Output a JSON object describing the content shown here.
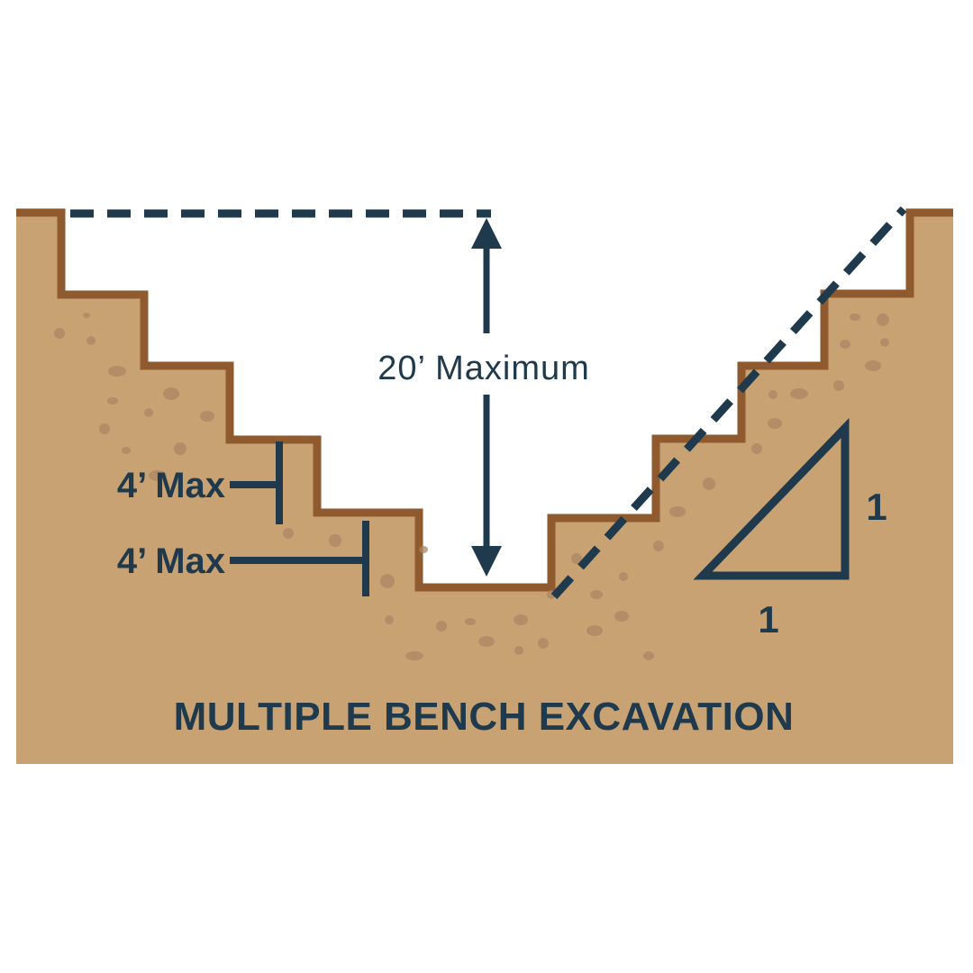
{
  "colors": {
    "soil": "#c9a274",
    "soil_edge": "#8e5a2e",
    "pebble": "#a98663",
    "ink": "#1f3a4d",
    "background": "#ffffff"
  },
  "labels": {
    "height_limit": "20’ Maximum",
    "bench_upper": "4’ Max",
    "bench_lower": "4’ Max",
    "slope_rise": "1",
    "slope_run": "1",
    "caption": "MULTIPLE BENCH EXCAVATION"
  }
}
